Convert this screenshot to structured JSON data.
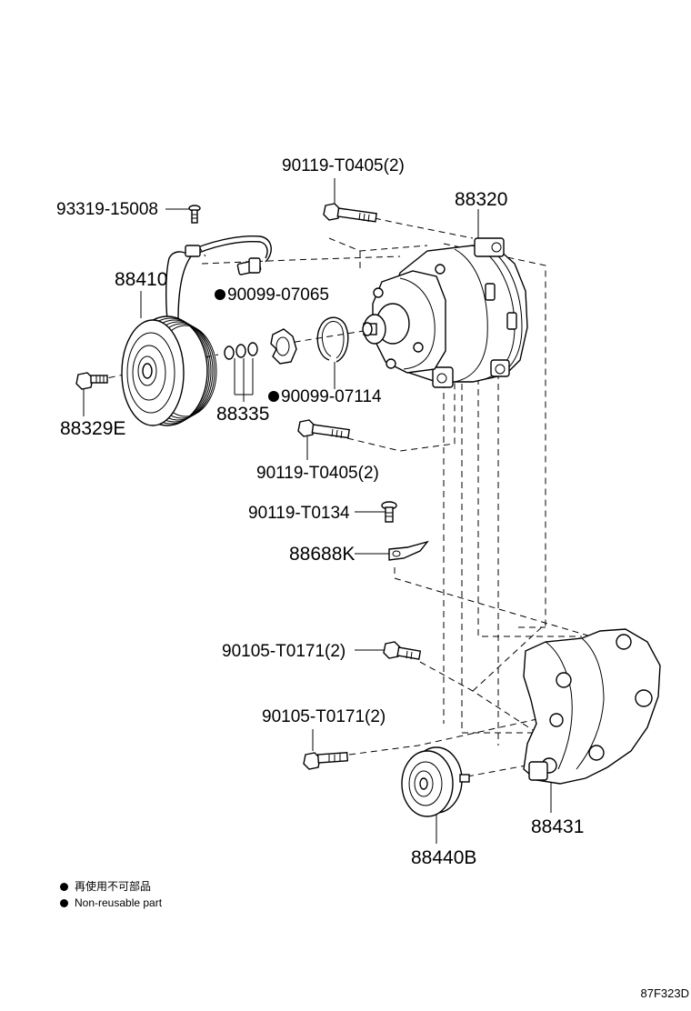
{
  "labels": {
    "bolt_top": "90119-T0405(2)",
    "screw": "93319-15008",
    "compressor": "88320",
    "clutch": "88410",
    "snap_ring_1": "90099-07065",
    "snap_ring_2": "90099-07114",
    "shim": "88335",
    "clutch_bolt": "88329E",
    "bolt_mid": "90119-T0405(2)",
    "bracket_bolt": "90119-T0134",
    "plate": "88688K",
    "bolt_a": "90105-T0171(2)",
    "bolt_b": "90105-T0171(2)",
    "idler": "88440B",
    "bracket": "88431"
  },
  "legend": {
    "line1": "再使用不可部品",
    "line2": "Non-reusable part"
  },
  "figure_code": "87F323D",
  "non_reusable": [
    "90099-07065",
    "90099-07114"
  ]
}
